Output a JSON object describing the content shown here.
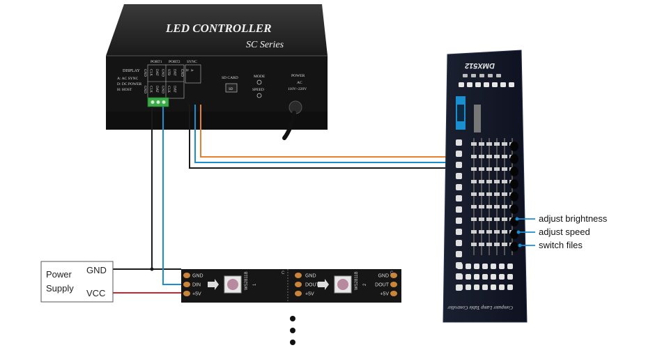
{
  "controller": {
    "title": "LED CONTROLLER",
    "series": "SC  Series",
    "display_label": "DISPLAY",
    "modes": [
      "A: AC SYNC",
      "D: DC POWER",
      "H: HOST"
    ],
    "port1_label": "PORT1",
    "port2_label": "PORT2",
    "sync_label": "SYNC",
    "port_pins_top": [
      "GND",
      "CLK",
      "DAT",
      "GND",
      "STB",
      "DAT"
    ],
    "port_pins_bottom": [
      "GND",
      "CLK",
      "DAT",
      "GND",
      "CLK",
      "DAT"
    ],
    "sync_pins": [
      "GND",
      "B",
      "A"
    ],
    "sd_card_label": "SD CARD",
    "sd_slot": "SD",
    "mode_label": "MODE",
    "speed_label": "SPEED",
    "power_label": "POWER",
    "ac_label": "AC",
    "voltage": "110V~220V"
  },
  "dmx": {
    "brand": "DMX512",
    "side_text": "Computer Lamp Table Controller",
    "annotations": [
      "adjust brightness",
      "adjust speed",
      "switch files"
    ]
  },
  "power_supply": {
    "label_line1": "Power",
    "label_line2": "Supply",
    "gnd": "GND",
    "vcc": "VCC"
  },
  "led_strip": {
    "chip": "WS2811B",
    "left_pads": [
      "GND",
      "DIN",
      "+5V"
    ],
    "right_pads": [
      "GND",
      "DOUT",
      "+5V"
    ],
    "cut_mark": "C",
    "index": "1",
    "index2": "2"
  },
  "colors": {
    "wire_black": "#1a1a1a",
    "wire_blue": "#1a8fd0",
    "wire_red": "#d0242b",
    "wire_orange": "#e8822a",
    "annotation_blue": "#1a8fd0",
    "device_body": "#1f1f1f",
    "pcb_green": "#1a3a1a"
  }
}
